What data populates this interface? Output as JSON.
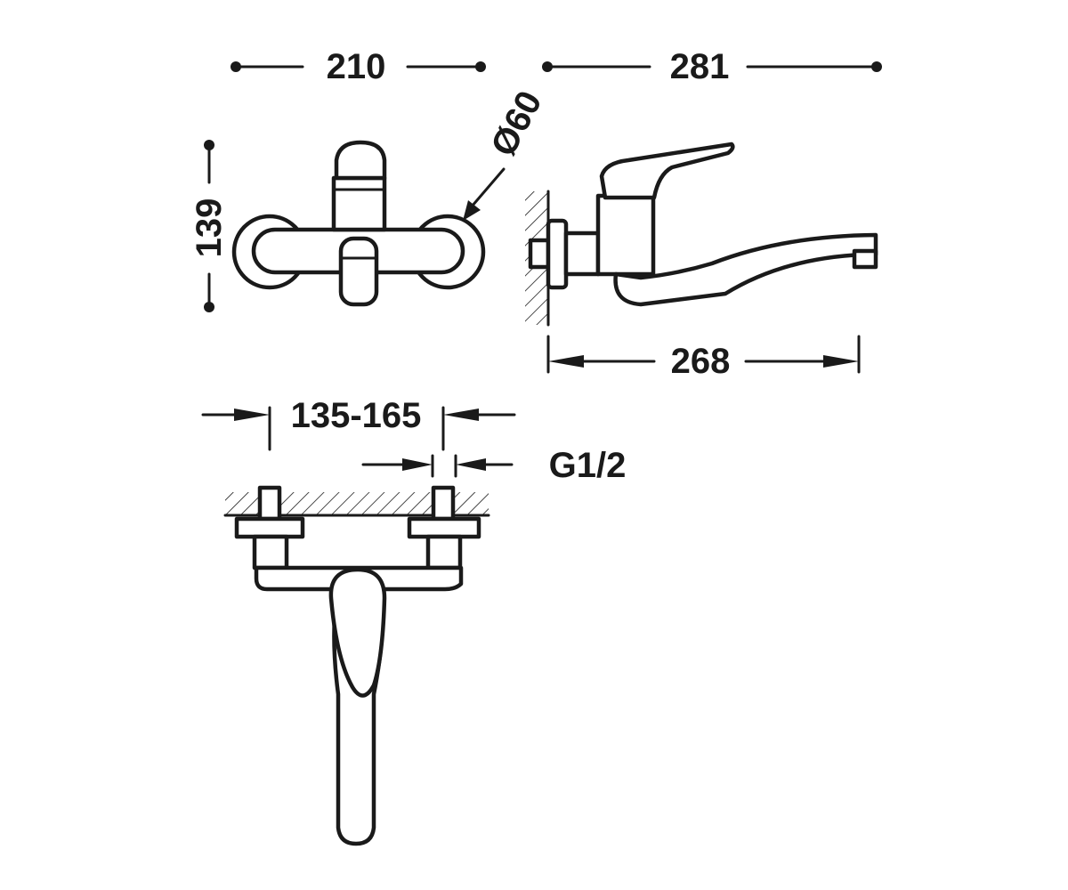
{
  "dimensions": {
    "front_width": "210",
    "side_depth": "281",
    "diameter": "Ø60",
    "height": "139",
    "spout_reach": "268",
    "centers_range": "135-165",
    "thread": "G1/2"
  },
  "colors": {
    "line": "#1a1a1a",
    "background": "#ffffff"
  }
}
